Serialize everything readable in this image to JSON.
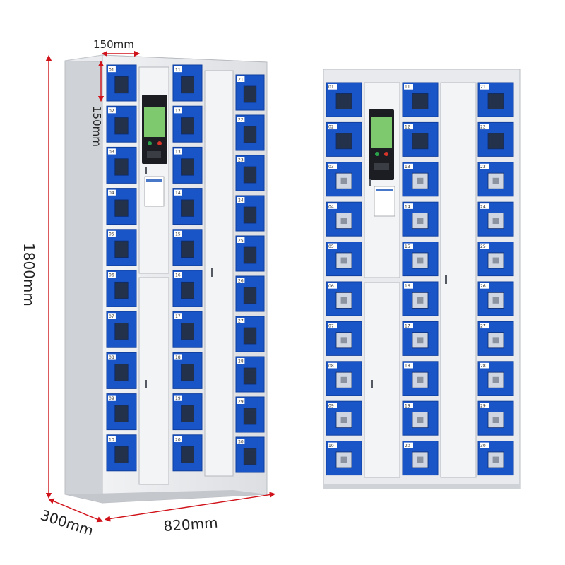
{
  "dimensions": {
    "door_width": "150mm",
    "door_height": "150mm",
    "height": "1800mm",
    "depth": "300mm",
    "width": "820mm"
  },
  "lockers": {
    "column_1": [
      "01",
      "02",
      "03",
      "04",
      "05",
      "06",
      "07",
      "08",
      "09",
      "10"
    ],
    "column_2": [
      "11",
      "12",
      "13",
      "14",
      "15",
      "16",
      "17",
      "18",
      "19",
      "20"
    ],
    "column_3": [
      "21",
      "22",
      "23",
      "24",
      "25",
      "26",
      "27",
      "28",
      "29",
      "30"
    ]
  },
  "colors": {
    "locker_blue": "#1a55c8",
    "locker_blue_dark": "#0f3f9e",
    "window_dark": "#23324a",
    "cabinet_body": "#e6e8ec",
    "cabinet_side": "#d2d5da",
    "dimension_red": "#d0131a"
  }
}
